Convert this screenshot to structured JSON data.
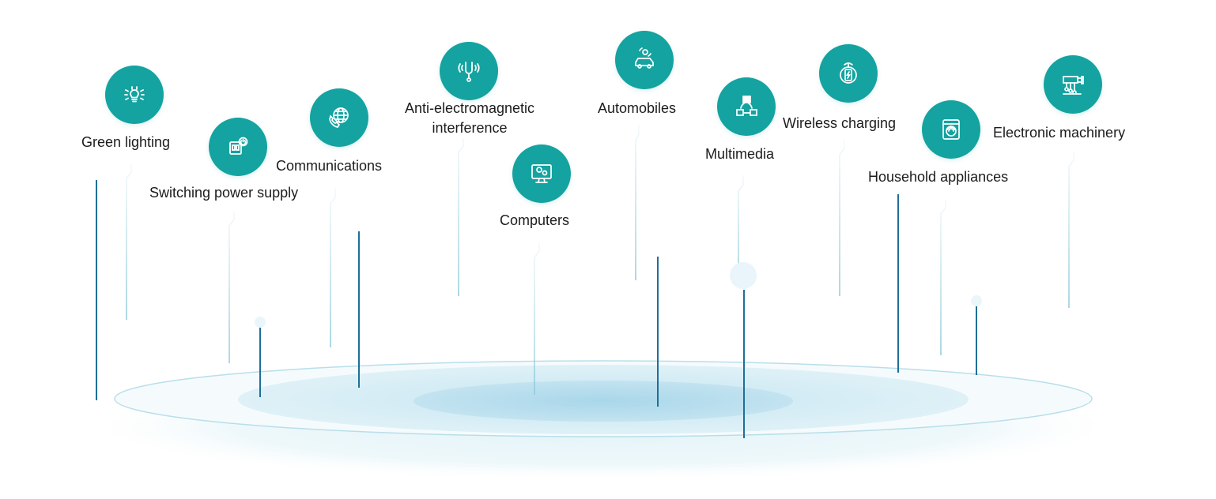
{
  "colors": {
    "accent": "#14a3a0",
    "line_dark": "#1f6f97",
    "line_light": "#9fd4de",
    "ring": "#bfe4ee"
  },
  "applications": [
    {
      "label": "Green lighting",
      "icon": "lightbulb-icon"
    },
    {
      "label": "Switching power supply",
      "icon": "power-socket-icon"
    },
    {
      "label": "Communications",
      "icon": "globe-phone-icon"
    },
    {
      "label": "Anti-electromagnetic\ninterference",
      "icon": "tuning-fork-icon"
    },
    {
      "label": "Computers",
      "icon": "computer-monitor-icon"
    },
    {
      "label": "Automobiles",
      "icon": "car-icon"
    },
    {
      "label": "Multimedia",
      "icon": "media-network-icon"
    },
    {
      "label": "Wireless charging",
      "icon": "wireless-charging-icon"
    },
    {
      "label": "Household appliances",
      "icon": "washing-machine-icon"
    },
    {
      "label": "Electronic machinery",
      "icon": "machinery-icon"
    }
  ]
}
